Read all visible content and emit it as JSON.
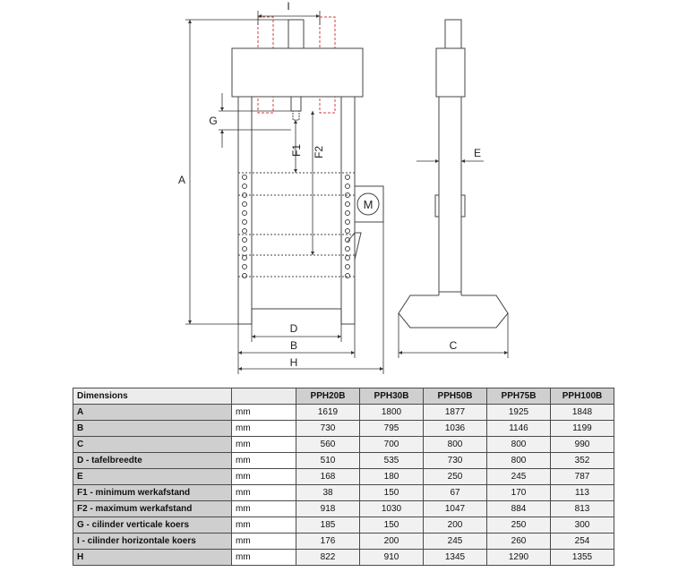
{
  "drawing": {
    "labels": {
      "A": "A",
      "B": "B",
      "C": "C",
      "D": "D",
      "E": "E",
      "F1": "F1",
      "F2": "F2",
      "G": "G",
      "H": "H",
      "I": "I",
      "motor": "M"
    }
  },
  "table": {
    "header_label": "Dimensions",
    "models": [
      "PPH20B",
      "PPH30B",
      "PPH50B",
      "PPH75B",
      "PPH100B"
    ],
    "rows": [
      {
        "label": "A",
        "unit": "mm",
        "values": [
          "1619",
          "1800",
          "1877",
          "1925",
          "1848"
        ]
      },
      {
        "label": "B",
        "unit": "mm",
        "values": [
          "730",
          "795",
          "1036",
          "1146",
          "1199"
        ]
      },
      {
        "label": "C",
        "unit": "mm",
        "values": [
          "560",
          "700",
          "800",
          "800",
          "990"
        ]
      },
      {
        "label": "D - tafelbreedte",
        "unit": "mm",
        "values": [
          "510",
          "535",
          "730",
          "800",
          "352"
        ]
      },
      {
        "label": "E",
        "unit": "mm",
        "values": [
          "168",
          "180",
          "250",
          "245",
          "787"
        ]
      },
      {
        "label": "F1 - minimum werkafstand",
        "unit": "mm",
        "values": [
          "38",
          "150",
          "67",
          "170",
          "113"
        ]
      },
      {
        "label": "F2 - maximum werkafstand",
        "unit": "mm",
        "values": [
          "918",
          "1030",
          "1047",
          "884",
          "813"
        ]
      },
      {
        "label": "G - cilinder verticale koers",
        "unit": "mm",
        "values": [
          "185",
          "150",
          "200",
          "250",
          "300"
        ]
      },
      {
        "label": "I - cilinder horizontale koers",
        "unit": "mm",
        "values": [
          "176",
          "200",
          "245",
          "260",
          "254"
        ]
      },
      {
        "label": "H",
        "unit": "mm",
        "values": [
          "822",
          "910",
          "1345",
          "1290",
          "1355"
        ]
      }
    ]
  }
}
